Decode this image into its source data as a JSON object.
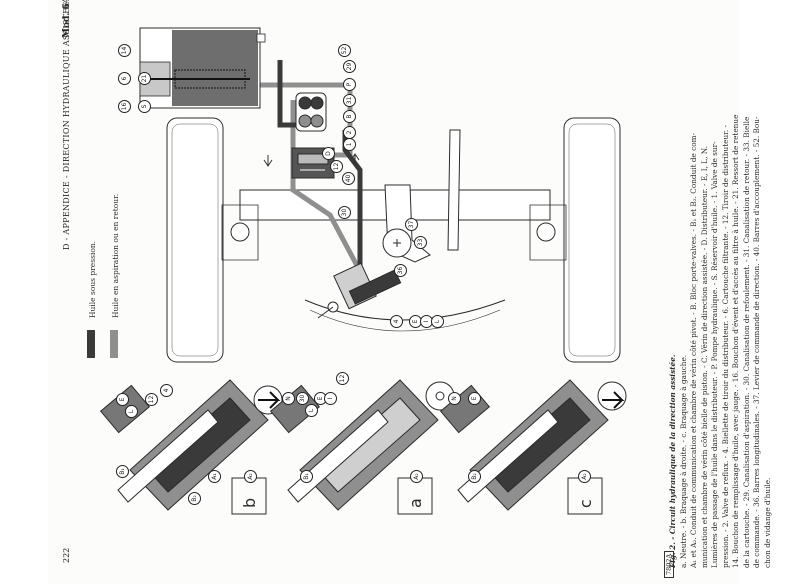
{
  "header": {
    "title": "D - APPENDICE - DIRECTION HYDRAULIQUE ASSISTEE",
    "model": "Mod. 640",
    "page_number": "222"
  },
  "legend": {
    "pressure": "Huile sous pression.",
    "return": "Huile en aspiration ou en retour."
  },
  "caption": {
    "title": "Fig. 2. - Circuit hydraulique de la direction assistée.",
    "lines": [
      "a. Neutre. - b. Braquage à droite. - c. Braquage à gauche.",
      "A₁ et A₂. Conduit de communication et chambre de vérin côté pivot. - B. Bloc porte-valves. - B₁ et B₂. Conduit de com-",
      "munication et chambre de vérin côté bielle de piston. - C. Vérin de direction assistée. - D. Distributeur. - E, I, L, N.",
      "Lumières de passage de l'huile dans le distributeur. - P. Pompe hydraulique. - S. Réservoir d'huile. - 1. Valve de sur-",
      "pression. - 2. Valve de reflux. - 4. Biellette de tiroir du distributeur. - 6. Cartouche filtrante. - 12. Tiroir de distributeur. -",
      "14. Bouchon de remplissage d'huile, avec jauge. - 16. Bouchon d'évent et d'accès au filtre à huile. - 21. Ressort de retenue",
      "de la cartouche. - 29. Canalisation d'aspiration. - 30. Canalisation de refoulement. - 31. Canalisation de retour. - 33. Bielle",
      "de commande. - 36. Barres longitudinales. - 37. Levier de commande de direction. - 40. Barres d'accouplement. - 52. Bou-",
      "chon de vidange d'huile."
    ],
    "ref_code": "7802A"
  },
  "panels": {
    "a": "a",
    "b": "b",
    "c": "c"
  },
  "labels": {
    "reservoir": [
      "14",
      "6",
      "16",
      "S",
      "21",
      "52"
    ],
    "pump_lines": [
      "29",
      "P",
      "31",
      "B",
      "2",
      "1",
      "D",
      "12",
      "40",
      "30",
      "37",
      "33",
      "36"
    ],
    "cylinder_main": [
      "4",
      "E",
      "I",
      "L"
    ],
    "panel_b": [
      "E",
      "L",
      "12",
      "4",
      "B₁",
      "A₁",
      "B₂",
      "A₂"
    ],
    "panel_a": [
      "N",
      "30",
      "L",
      "E",
      "I",
      "12",
      "B₁",
      "A₂"
    ],
    "panel_c": [
      "N",
      "E",
      "B₂",
      "A₂"
    ]
  },
  "colors": {
    "pressure": "#3a3a3a",
    "return": "#8f8f8f",
    "ink": "#2b2b2b",
    "paper": "#fcfcfa"
  }
}
